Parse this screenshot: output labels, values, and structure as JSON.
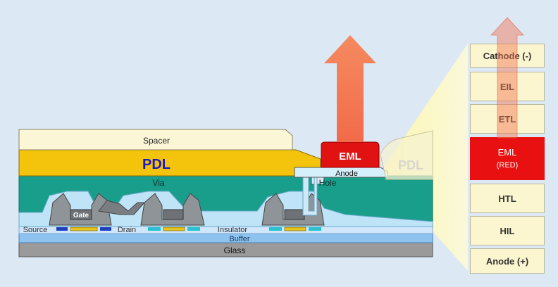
{
  "cross_section": {
    "spacer": "Spacer",
    "pdl": "PDL",
    "pdl_right": "PDL",
    "eml": "EML",
    "anode": "Anode",
    "via": "Via",
    "hole": "Hole",
    "gate": "Gate",
    "source": "Source",
    "drain": "Drain",
    "insulator": "Insulator",
    "buffer": "Buffer",
    "glass": "Glass"
  },
  "stack": {
    "cathode": "Cathode (-)",
    "eil": "EIL",
    "etl": "ETL",
    "eml_line1": "EML",
    "eml_line2": "(RED)",
    "htl": "HTL",
    "hil": "HIL",
    "anode": "Anode (+)"
  },
  "colors": {
    "background": "#dde8f5",
    "pdl": "#f3c40b",
    "spacer": "#fbf6d6",
    "via": "#1a9e8c",
    "eml": "#e81010",
    "light_arrow": "#f26b4a",
    "glass": "#9a9a9a"
  }
}
